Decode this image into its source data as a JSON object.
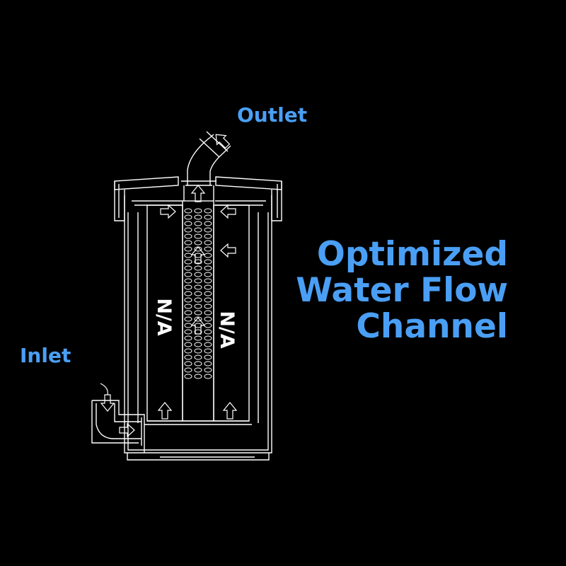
{
  "labels": {
    "outlet": "Outlet",
    "inlet": "Inlet",
    "media_left": "N/A",
    "media_right": "N/A"
  },
  "headline": [
    "Optimized",
    "Water Flow",
    "Channel"
  ],
  "colors": {
    "background": "#000000",
    "accent": "#4a9ff5",
    "line": "#ffffff"
  },
  "icons": [
    "flow-arrow-icon"
  ]
}
